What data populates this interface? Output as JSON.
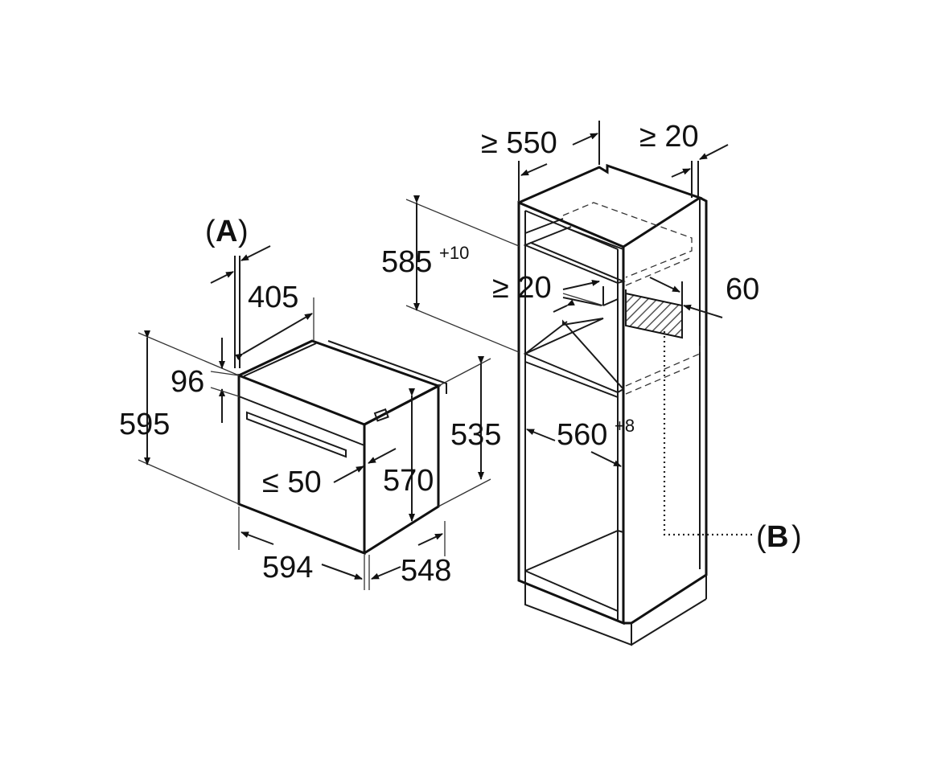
{
  "labels": {
    "A_open": "(",
    "A_letter": "A",
    "A_close": ")",
    "B_open": "(",
    "B_letter": "B",
    "B_close": ")",
    "d405": "405",
    "d96": "96",
    "d595": "595",
    "d50": "≤ 50",
    "d570": "570",
    "d535": "535",
    "d594": "594",
    "d548": "548",
    "d550": "≥ 550",
    "d20_top": "≥ 20",
    "d585": "585",
    "d585_sup": "+10",
    "d20_mid": "≥ 20",
    "d60": "60",
    "d560": "560",
    "d560_sup": "+8"
  },
  "colors": {
    "line": "#1a1a1a",
    "hatch": "#555555",
    "background": "#ffffff"
  }
}
